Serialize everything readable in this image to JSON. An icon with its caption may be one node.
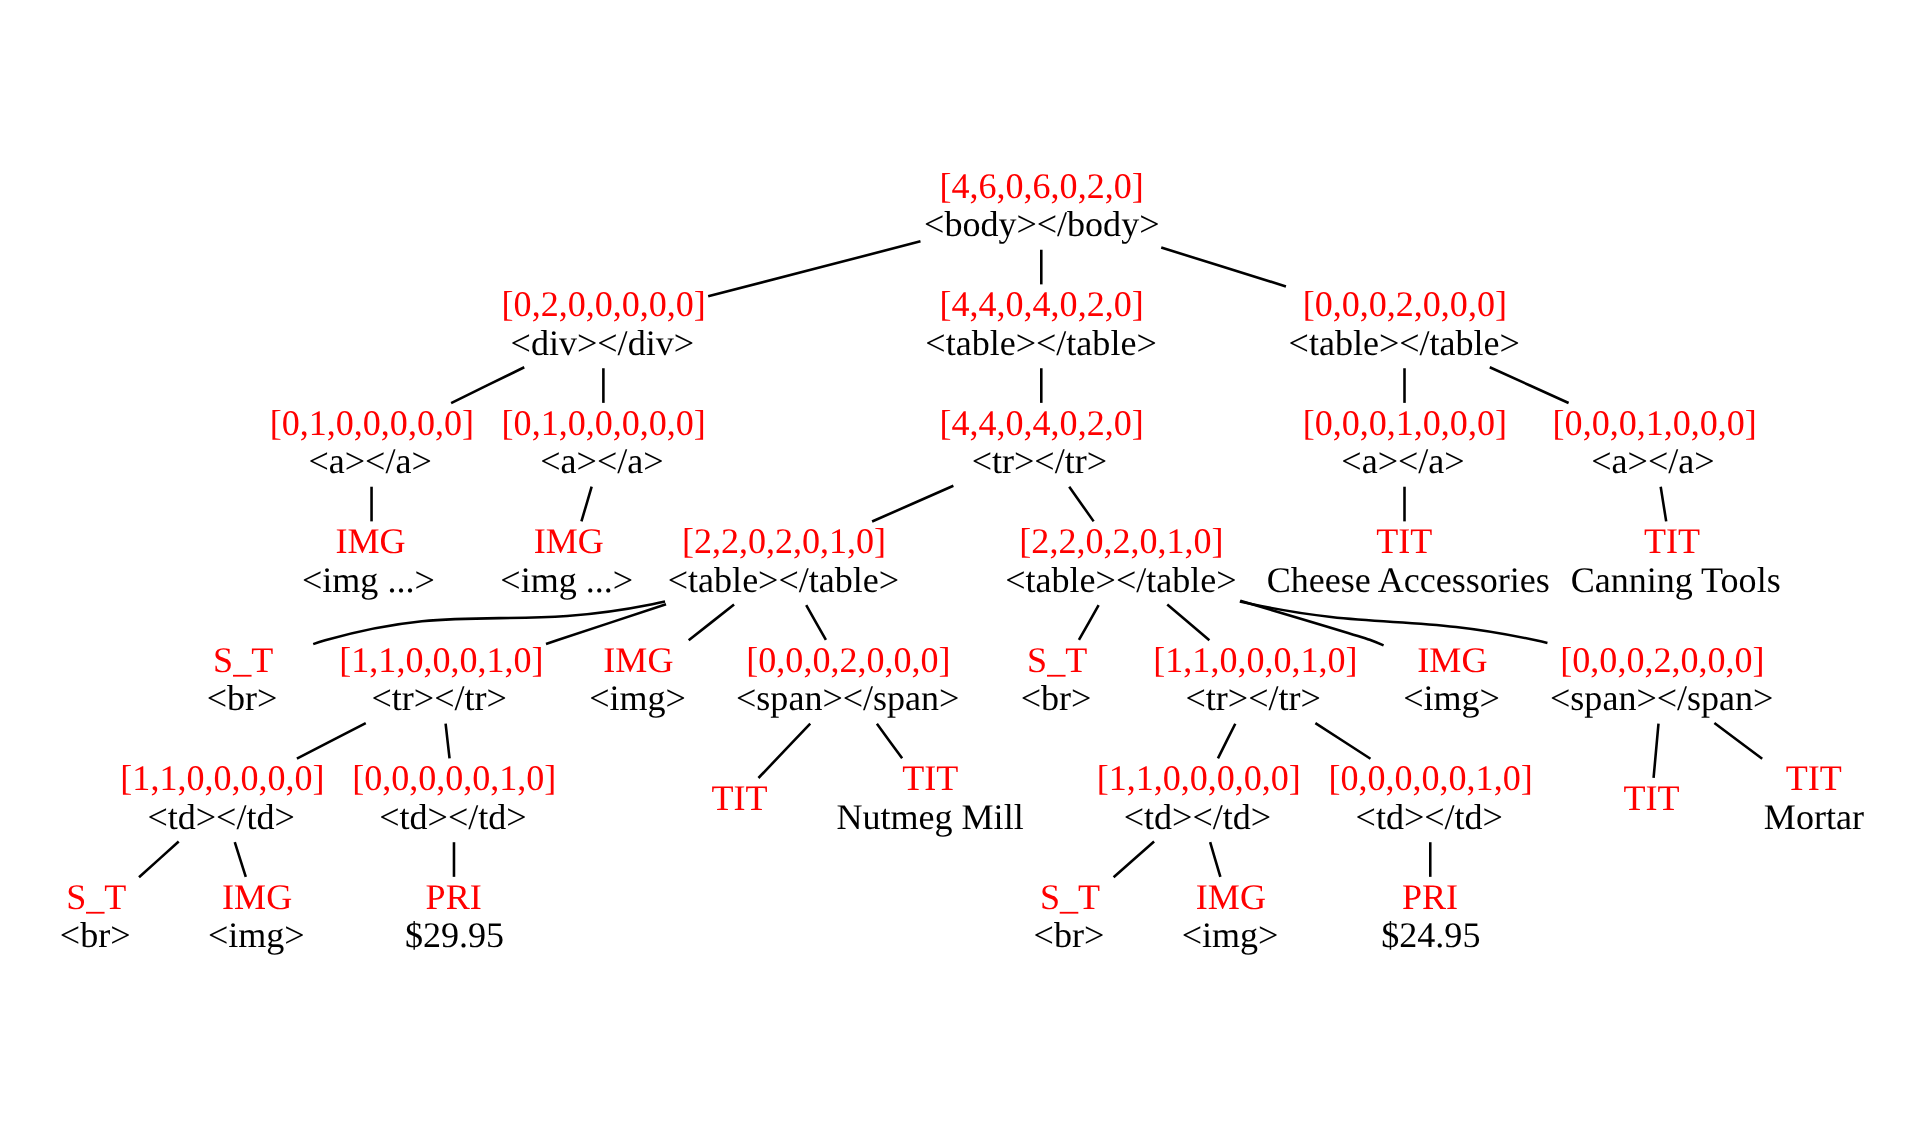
{
  "diagram": {
    "nodes": [
      {
        "text": [
          "[4,6,0,6,0,2,0]",
          "<body></body>"
        ]
      },
      {
        "text": [
          "[0,2,0,0,0,0,0]",
          "<div></div>"
        ]
      },
      {
        "text": [
          "[4,4,0,4,0,2,0]",
          "<table></table>"
        ]
      },
      {
        "text": [
          "[0,0,0,2,0,0,0]",
          "<table></table>"
        ]
      },
      {
        "text": [
          "[0,1,0,0,0,0,0]",
          "<a></a>"
        ]
      },
      {
        "text": [
          "[0,1,0,0,0,0,0]",
          "<a></a>"
        ]
      },
      {
        "text": [
          "[4,4,0,4,0,2,0]",
          "<tr></tr>"
        ]
      },
      {
        "text": [
          "[0,0,0,1,0,0,0]",
          "<a></a>"
        ]
      },
      {
        "text": [
          "[0,0,0,1,0,0,0]",
          "<a></a>"
        ]
      },
      {
        "text": [
          "IMG",
          "<img ...>"
        ]
      },
      {
        "text": [
          "IMG",
          "<img ...>"
        ]
      },
      {
        "text": [
          "TIT",
          "Cheese Accessories"
        ]
      },
      {
        "text": [
          "TIT",
          "Canning Tools"
        ]
      },
      {
        "text": [
          "[2,2,0,2,0,1,0]",
          "<table></table>"
        ]
      },
      {
        "text": [
          "[2,2,0,2,0,1,0]",
          "<table></table>"
        ]
      },
      {
        "text": [
          "S_T",
          "<br>"
        ]
      },
      {
        "text": [
          "[1,1,0,0,0,1,0]",
          "<tr></tr>"
        ]
      },
      {
        "text": [
          "IMG",
          "<img>"
        ]
      },
      {
        "text": [
          "[0,0,0,2,0,0,0]",
          "<span></span>"
        ]
      },
      {
        "text": [
          "TIT"
        ]
      },
      {
        "text": [
          "TIT",
          "Nutmeg Mill"
        ]
      },
      {
        "text": [
          "[1,1,0,0,0,0,0]",
          "<td></td>"
        ]
      },
      {
        "text": [
          "[0,0,0,0,0,1,0]",
          "<td></td>"
        ]
      },
      {
        "text": [
          "S_T",
          "<br>"
        ]
      },
      {
        "text": [
          "IMG",
          "<img>"
        ]
      },
      {
        "text": [
          "PRI",
          "$29.95"
        ]
      },
      {
        "text": [
          "S_T",
          "<br>"
        ]
      },
      {
        "text": [
          "[1,1,0,0,0,1,0]",
          "<tr></tr>"
        ]
      },
      {
        "text": [
          "IMG",
          "<img>"
        ]
      },
      {
        "text": [
          "[0,0,0,2,0,0,0]",
          "<span></span>"
        ]
      },
      {
        "text": [
          "TIT"
        ]
      },
      {
        "text": [
          "TIT",
          "Mortar"
        ]
      },
      {
        "text": [
          "[1,1,0,0,0,0,0]",
          "<td></td>"
        ]
      },
      {
        "text": [
          "[0,0,0,0,0,1,0]",
          "<td></td>"
        ]
      },
      {
        "text": [
          "S_T",
          "<br>"
        ]
      },
      {
        "text": [
          "IMG",
          "<img>"
        ]
      },
      {
        "text": [
          "PRI",
          "$24.95"
        ]
      }
    ],
    "edges": [
      {
        "from": 0,
        "to": 1,
        "arrow": "none"
      },
      {
        "from": 0,
        "to": 2,
        "arrow": "none"
      },
      {
        "from": 0,
        "to": 3,
        "arrow": "none"
      },
      {
        "from": 1,
        "to": 4,
        "arrow": "none"
      },
      {
        "from": 1,
        "to": 5,
        "arrow": "none"
      },
      {
        "from": 4,
        "to": 9,
        "arrow": "none"
      },
      {
        "from": 5,
        "to": 10,
        "arrow": "none"
      },
      {
        "from": 2,
        "to": 6,
        "arrow": "none"
      },
      {
        "from": 6,
        "to": 13,
        "arrow": "none"
      },
      {
        "from": 6,
        "to": 14,
        "arrow": "none"
      },
      {
        "from": 3,
        "to": 7,
        "arrow": "none"
      },
      {
        "from": 3,
        "to": 8,
        "arrow": "none"
      },
      {
        "from": 7,
        "to": 11,
        "arrow": "none"
      },
      {
        "from": 8,
        "to": 12,
        "arrow": "none"
      },
      {
        "from": 13,
        "to": 15,
        "arrow": "none"
      },
      {
        "from": 13,
        "to": 16,
        "arrow": "none"
      },
      {
        "from": 13,
        "to": 17,
        "arrow": "none"
      },
      {
        "from": 13,
        "to": 18,
        "arrow": "none"
      },
      {
        "from": 18,
        "to": 19,
        "arrow": "none"
      },
      {
        "from": 18,
        "to": 20,
        "arrow": "none"
      },
      {
        "from": 16,
        "to": 21,
        "arrow": "none"
      },
      {
        "from": 16,
        "to": 22,
        "arrow": "none"
      },
      {
        "from": 21,
        "to": 23,
        "arrow": "none"
      },
      {
        "from": 21,
        "to": 24,
        "arrow": "none"
      },
      {
        "from": 22,
        "to": 25,
        "arrow": "none"
      },
      {
        "from": 14,
        "to": 26,
        "arrow": "none"
      },
      {
        "from": 14,
        "to": 27,
        "arrow": "none"
      },
      {
        "from": 14,
        "to": 28,
        "arrow": "none"
      },
      {
        "from": 14,
        "to": 29,
        "arrow": "none"
      },
      {
        "from": 29,
        "to": 30,
        "arrow": "none"
      },
      {
        "from": 29,
        "to": 31,
        "arrow": "none"
      },
      {
        "from": 27,
        "to": 32,
        "arrow": "none"
      },
      {
        "from": 27,
        "to": 33,
        "arrow": "none"
      },
      {
        "from": 32,
        "to": 34,
        "arrow": "none"
      },
      {
        "from": 32,
        "to": 35,
        "arrow": "none"
      },
      {
        "from": 33,
        "to": 36,
        "arrow": "none"
      }
    ]
  }
}
